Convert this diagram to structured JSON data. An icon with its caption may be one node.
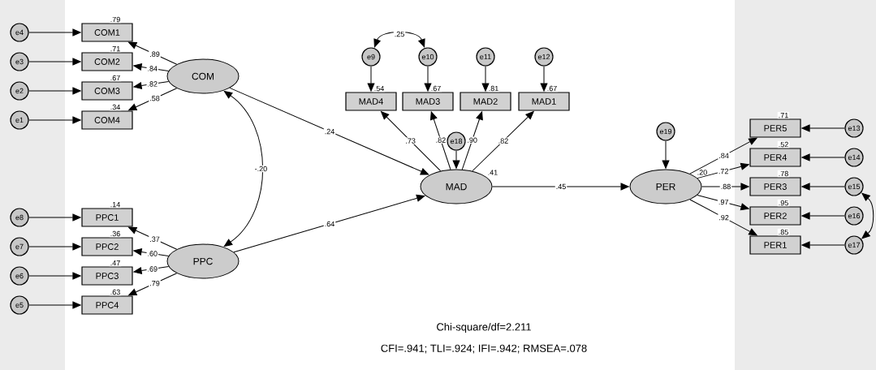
{
  "diagram": {
    "nodes": [
      {
        "text": [
          "e4"
        ]
      },
      {
        "text": [
          "e3"
        ]
      },
      {
        "text": [
          "e2"
        ]
      },
      {
        "text": [
          "e1"
        ]
      },
      {
        "text": [
          "COM1"
        ],
        "beside": [
          ".79"
        ]
      },
      {
        "text": [
          "COM2"
        ],
        "beside": [
          ".71"
        ]
      },
      {
        "text": [
          "COM3"
        ],
        "beside": [
          ".67"
        ]
      },
      {
        "text": [
          "COM4"
        ],
        "beside": [
          ".34"
        ]
      },
      {
        "text": [
          "COM"
        ]
      },
      {
        "text": [
          "e8"
        ]
      },
      {
        "text": [
          "e7"
        ]
      },
      {
        "text": [
          "e6"
        ]
      },
      {
        "text": [
          "e5"
        ]
      },
      {
        "text": [
          "PPC1"
        ],
        "beside": [
          ".14"
        ]
      },
      {
        "text": [
          "PPC2"
        ],
        "beside": [
          ".36"
        ]
      },
      {
        "text": [
          "PPC3"
        ],
        "beside": [
          ".47"
        ]
      },
      {
        "text": [
          "PPC4"
        ],
        "beside": [
          ".63"
        ]
      },
      {
        "text": [
          "PPC"
        ]
      },
      {
        "text": [
          "e9"
        ]
      },
      {
        "text": [
          "e10"
        ]
      },
      {
        "text": [
          "e11"
        ]
      },
      {
        "text": [
          "e12"
        ]
      },
      {
        "text": [
          "MAD4"
        ],
        "beside": [
          ".54"
        ]
      },
      {
        "text": [
          "MAD3"
        ],
        "beside": [
          ".67"
        ]
      },
      {
        "text": [
          "MAD2"
        ],
        "beside": [
          ".81"
        ]
      },
      {
        "text": [
          "MAD1"
        ],
        "beside": [
          ".67"
        ]
      },
      {
        "text": [
          "e18"
        ]
      },
      {
        "text": [
          "MAD"
        ],
        "beside": [
          ".41"
        ]
      },
      {
        "text": [
          "e19"
        ]
      },
      {
        "text": [
          "PER"
        ],
        "beside": [
          ".20"
        ]
      },
      {
        "text": [
          "PER5"
        ],
        "beside": [
          ".71"
        ]
      },
      {
        "text": [
          "PER4"
        ],
        "beside": [
          ".52"
        ]
      },
      {
        "text": [
          "PER3"
        ],
        "beside": [
          ".78"
        ]
      },
      {
        "text": [
          "PER2"
        ],
        "beside": [
          ".95"
        ]
      },
      {
        "text": [
          "PER1"
        ],
        "beside": [
          ".85"
        ]
      },
      {
        "text": [
          "e13"
        ]
      },
      {
        "text": [
          "e14"
        ]
      },
      {
        "text": [
          "e15"
        ]
      },
      {
        "text": [
          "e16"
        ]
      },
      {
        "text": [
          "e17"
        ]
      }
    ],
    "edges": [
      {
        "from": 0,
        "to": 4,
        "arrow": "to"
      },
      {
        "from": 1,
        "to": 5,
        "arrow": "to"
      },
      {
        "from": 2,
        "to": 6,
        "arrow": "to"
      },
      {
        "from": 3,
        "to": 7,
        "arrow": "to"
      },
      {
        "from": 8,
        "to": 4,
        "arrow": "to",
        "label": ".89"
      },
      {
        "from": 8,
        "to": 5,
        "arrow": "to",
        "label": ".84"
      },
      {
        "from": 8,
        "to": 6,
        "arrow": "to",
        "label": ".82"
      },
      {
        "from": 8,
        "to": 7,
        "arrow": "to",
        "label": ".58"
      },
      {
        "from": 9,
        "to": 13,
        "arrow": "to"
      },
      {
        "from": 10,
        "to": 14,
        "arrow": "to"
      },
      {
        "from": 11,
        "to": 15,
        "arrow": "to"
      },
      {
        "from": 12,
        "to": 16,
        "arrow": "to"
      },
      {
        "from": 17,
        "to": 13,
        "arrow": "to",
        "label": ".37"
      },
      {
        "from": 17,
        "to": 14,
        "arrow": "to",
        "label": ".60"
      },
      {
        "from": 17,
        "to": 15,
        "arrow": "to",
        "label": ".69"
      },
      {
        "from": 17,
        "to": 16,
        "arrow": "to",
        "label": ".79"
      },
      {
        "from": 8,
        "to": 17,
        "arrow": "both",
        "label": "-.20"
      },
      {
        "from": 8,
        "to": 27,
        "arrow": "to",
        "label": ".24"
      },
      {
        "from": 17,
        "to": 27,
        "arrow": "to",
        "label": ".64"
      },
      {
        "from": 18,
        "to": 22,
        "arrow": "to"
      },
      {
        "from": 19,
        "to": 23,
        "arrow": "to"
      },
      {
        "from": 20,
        "to": 24,
        "arrow": "to"
      },
      {
        "from": 21,
        "to": 25,
        "arrow": "to"
      },
      {
        "from": 18,
        "to": 19,
        "arrow": "both",
        "label": ".25"
      },
      {
        "from": 27,
        "to": 22,
        "arrow": "to",
        "label": ".73"
      },
      {
        "from": 27,
        "to": 23,
        "arrow": "to",
        "label": ".82"
      },
      {
        "from": 27,
        "to": 24,
        "arrow": "to",
        "label": ".90"
      },
      {
        "from": 27,
        "to": 25,
        "arrow": "to",
        "label": ".82"
      },
      {
        "from": 26,
        "to": 27,
        "arrow": "to"
      },
      {
        "from": 27,
        "to": 29,
        "arrow": "to",
        "label": ".45"
      },
      {
        "from": 28,
        "to": 29,
        "arrow": "to"
      },
      {
        "from": 29,
        "to": 30,
        "arrow": "to",
        "label": ".84"
      },
      {
        "from": 29,
        "to": 31,
        "arrow": "to",
        "label": ".72"
      },
      {
        "from": 29,
        "to": 32,
        "arrow": "to",
        "label": ".88"
      },
      {
        "from": 29,
        "to": 33,
        "arrow": "to",
        "label": ".97"
      },
      {
        "from": 29,
        "to": 34,
        "arrow": "to",
        "label": ".92"
      },
      {
        "from": 35,
        "to": 30,
        "arrow": "to"
      },
      {
        "from": 36,
        "to": 31,
        "arrow": "to"
      },
      {
        "from": 37,
        "to": 32,
        "arrow": "to"
      },
      {
        "from": 38,
        "to": 33,
        "arrow": "to"
      },
      {
        "from": 39,
        "to": 34,
        "arrow": "to"
      },
      {
        "from": 37,
        "to": 39,
        "arrow": "both"
      }
    ],
    "labels": [
      "Chi-square/df=2.211",
      "CFI=.941; TLI=.924; IFI=.942; RMSEA=.078"
    ]
  }
}
